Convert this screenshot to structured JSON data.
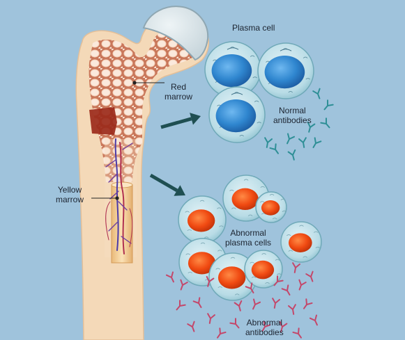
{
  "labels": {
    "red_marrow": [
      "Red",
      "marrow"
    ],
    "yellow_marrow": [
      "Yellow",
      "marrow"
    ],
    "plasma_cell": "Plasma cell",
    "normal_antibodies": [
      "Normal",
      "antibodies"
    ],
    "abnormal_plasma_cells": [
      "Abnormal",
      "plasma cells"
    ],
    "abnormal_antibodies": [
      "Abnormal",
      "antibodies"
    ]
  },
  "colors": {
    "background": "#9fc3dc",
    "bone": "#f4d9b8",
    "spongy_bone": "#f2c6a8",
    "red_marrow_patch": "#9b2a1a",
    "normal_nucleus": "#2f86cf",
    "abnormal_nucleus": "#f04a12",
    "cell_body": "#b9dce6",
    "normal_antibody": "#2e8f96",
    "abnormal_antibody": "#c4476a",
    "arrow": "#1f4f52"
  }
}
